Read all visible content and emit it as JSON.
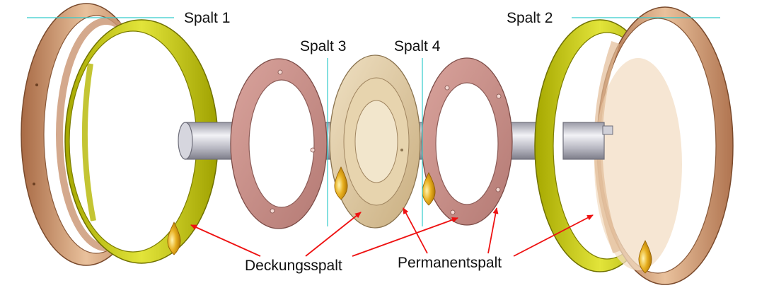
{
  "labels": {
    "spalt_1": "Spalt 1",
    "spalt_2": "Spalt 2",
    "spalt_3": "Spalt 3",
    "spalt_4": "Spalt 4",
    "deckungsspalt": "Deckungsspalt",
    "permanentspalt": "Permanentspalt"
  },
  "colors": {
    "bronze_ring": "#c8906a",
    "yellow_ring": "#c9cc10",
    "copper_disc": "#c98e88",
    "center_disc": "#d8c29a",
    "shaft": "#c8c8d0",
    "oil_drop": "#e0a81a",
    "gap_line": "#33cccc",
    "arrow": "#ee1111"
  }
}
